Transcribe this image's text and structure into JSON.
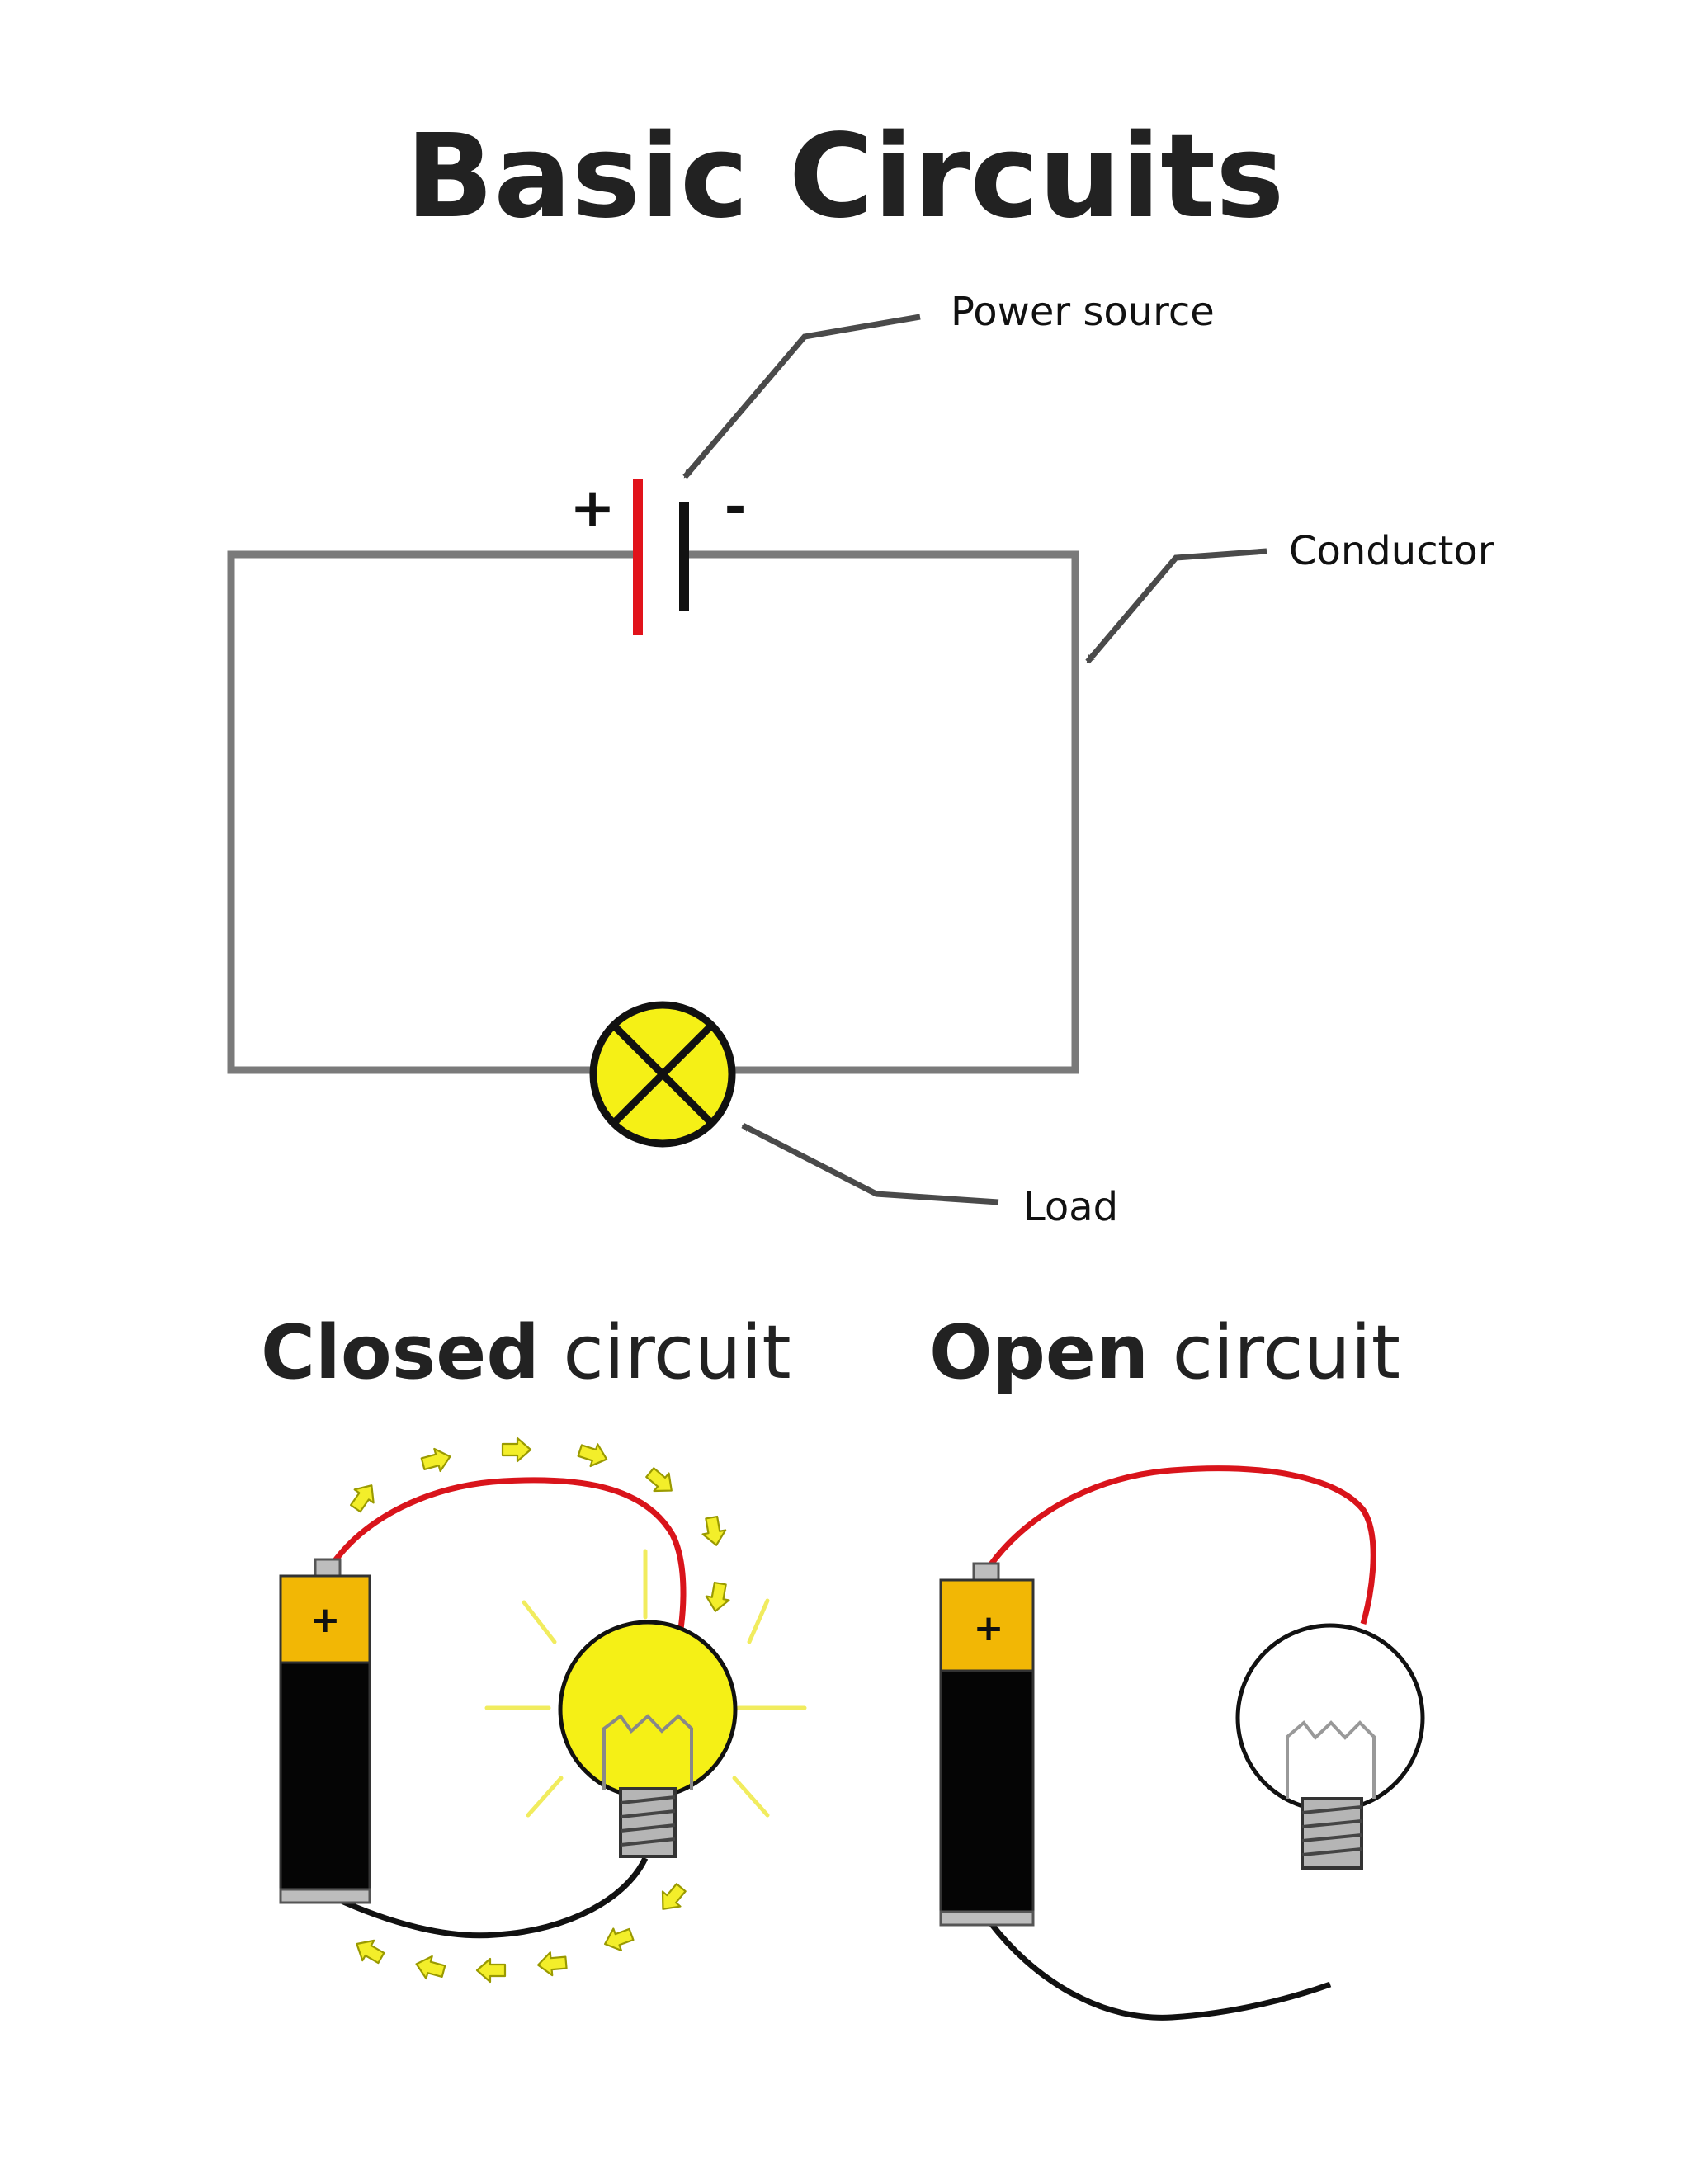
{
  "title": "Basic Circuits",
  "schematic": {
    "plus_sign": "+",
    "minus_sign": "-",
    "power_source_label": "Power source",
    "conductor_label": "Conductor",
    "load_label": "Load"
  },
  "closed": {
    "bold": "Closed",
    "rest": " circuit",
    "battery_plus": "+"
  },
  "open": {
    "bold": "Open",
    "rest": " circuit",
    "battery_plus": "+"
  },
  "colors": {
    "wire_gray": "#7a7a7a",
    "battery_red": "#e1131b",
    "lamp_yellow": "#f5f016",
    "arrow_yellow": "#f3ee2a",
    "battery_cap": "#f2b705",
    "circuit_wire_red": "#d9141b"
  }
}
